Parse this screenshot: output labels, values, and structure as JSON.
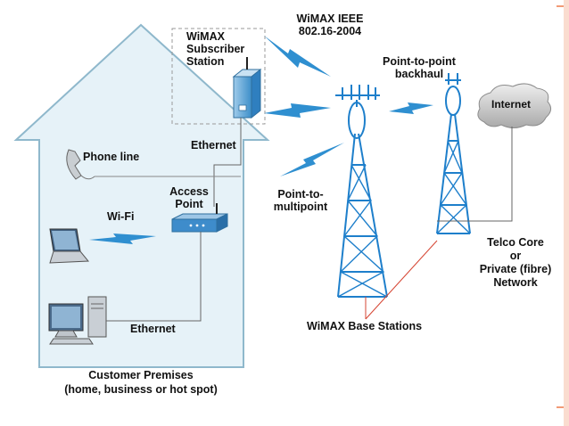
{
  "labels": {
    "standard": "WiMAX IEEE\n802.16-2004",
    "subscriber_station": "WiMAX\nSubscriber\nStation",
    "backhaul": "Point-to-point\nbackhaul",
    "internet": "Internet",
    "phone_line": "Phone line",
    "ethernet_top": "Ethernet",
    "access_point": "Access\nPoint",
    "wifi": "Wi-Fi",
    "point_to_multipoint": "Point-to-\nmultipoint",
    "telco": "Telco Core\nor\nPrivate (fibre)\nNetwork",
    "ethernet_bottom": "Ethernet",
    "base_stations": "WiMAX Base Stations",
    "customer_premises": "Customer Premises\n(home, business or hot spot)"
  },
  "colors": {
    "house_fill": "#e6f2f8",
    "house_stroke": "#8fb8cc",
    "signal_blue": "#2f8fd0",
    "tower_blue": "#1e7fcb",
    "accent_red": "#d64533",
    "frame_orange": "#f29a76"
  }
}
